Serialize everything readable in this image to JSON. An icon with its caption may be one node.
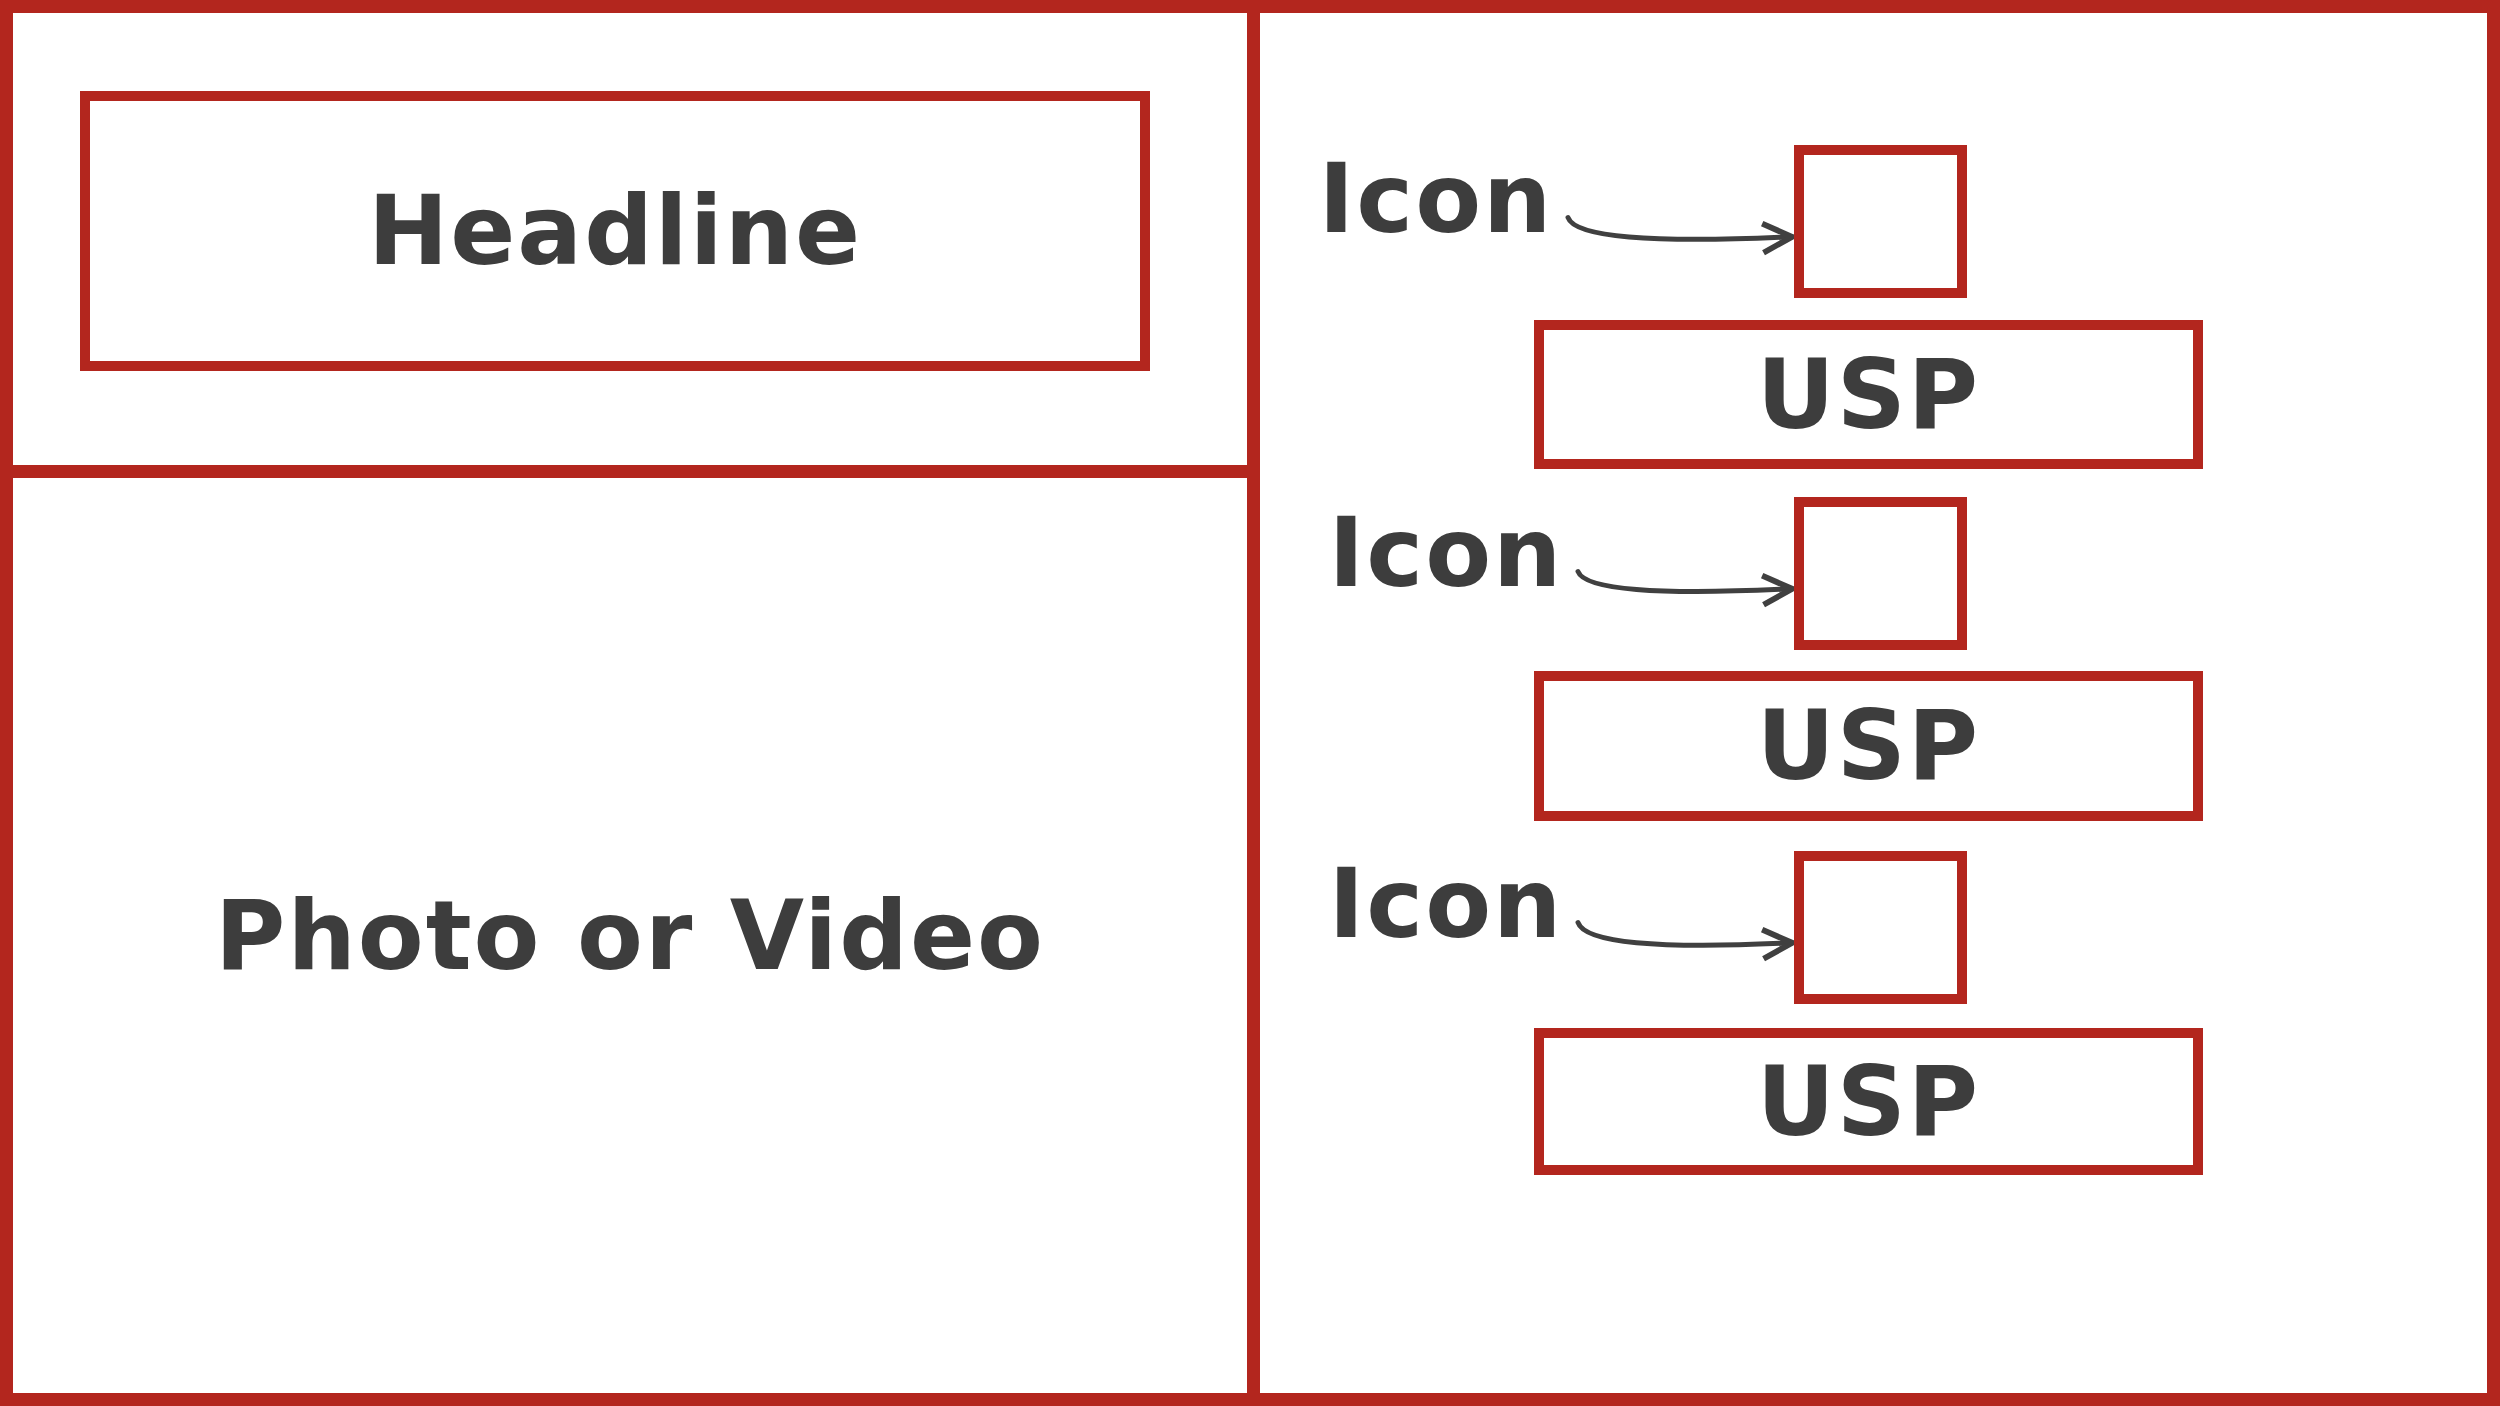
{
  "diagram": {
    "nodes": [
      {
        "text": [],
        "shape": "box"
      },
      {
        "text": [
          "Headline"
        ],
        "in": 0
      },
      {
        "text": [
          "Photo or Video"
        ]
      },
      {
        "text": [],
        "shape": "box"
      },
      {
        "text": [
          "Icon"
        ],
        "in": 3
      },
      {
        "text": [],
        "shape": "box",
        "in": 3
      },
      {
        "text": [
          "USP"
        ],
        "in": 3
      },
      {
        "text": [
          "Icon"
        ],
        "in": 3
      },
      {
        "text": [],
        "shape": "box",
        "in": 3
      },
      {
        "text": [
          "USP"
        ],
        "in": 3
      },
      {
        "text": [
          "Icon"
        ],
        "in": 3
      },
      {
        "text": [],
        "shape": "box",
        "in": 3
      },
      {
        "text": [
          "USP"
        ],
        "in": 3
      }
    ],
    "edges": [
      {
        "from": 4,
        "to": 5,
        "arrow": "to"
      },
      {
        "from": 7,
        "to": 8,
        "arrow": "to"
      },
      {
        "from": 10,
        "to": 11,
        "arrow": "to"
      }
    ]
  }
}
